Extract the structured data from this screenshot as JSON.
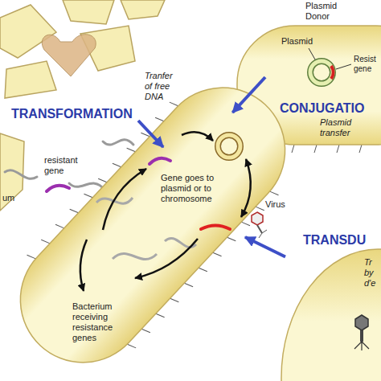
{
  "diagram": {
    "nodes": [
      {
        "text": [
          "Plasmid Donor",
          "Plasmid",
          "Resist gene"
        ]
      },
      {
        "text": [
          "Gene goes to plasmid or to chromosome",
          "Bacterium receiving resistance genes"
        ]
      },
      {
        "text": [
          "TRANSDU",
          "Tr by d'e"
        ]
      }
    ],
    "edges": [
      {
        "from": 0,
        "to": 1,
        "arrow": "to"
      },
      {
        "from": 2,
        "to": 1,
        "arrow": "to"
      }
    ],
    "labels": [
      "TRANSFORMATION",
      "Tranfer of free DNA",
      "resistant gene",
      "um",
      "CONJUGATIO",
      "Plasmid transfer",
      "Virus"
    ]
  }
}
